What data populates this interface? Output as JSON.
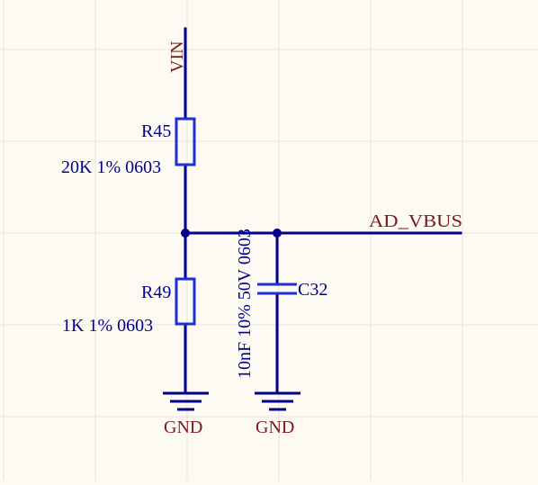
{
  "nets": {
    "vin": "VIN",
    "ad_vbus": "AD_VBUS",
    "gnd_left": "GND",
    "gnd_right": "GND"
  },
  "components": {
    "r45": {
      "designator": "R45",
      "value": "20K 1% 0603"
    },
    "r49": {
      "designator": "R49",
      "value": "1K 1% 0603"
    },
    "c32": {
      "designator": "C32",
      "value": "10nF 10% 50V 0603"
    }
  },
  "colors": {
    "background": "#fcfaf3",
    "grid": "#e8e4da",
    "wire": "#00008b",
    "component": "#1f2fd6",
    "net_label": "#7a1a1a",
    "component_label": "#00008b"
  }
}
